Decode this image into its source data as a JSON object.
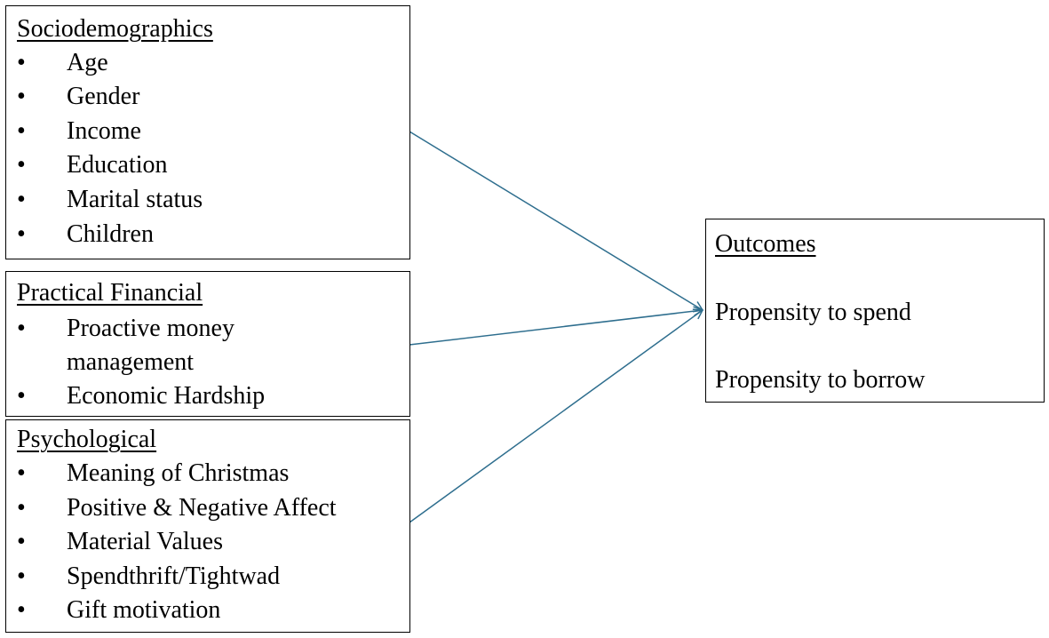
{
  "colors": {
    "line": "#2e6e8e",
    "box_border": "#000000",
    "text": "#000000"
  },
  "sociodemographics": {
    "title": "Sociodemographics",
    "items": [
      "Age",
      "Gender",
      "Income",
      "Education",
      "Marital status",
      "Children"
    ]
  },
  "practical_financial": {
    "title": "Practical Financial",
    "items": [
      "Proactive money",
      "management",
      "Economic Hardship"
    ]
  },
  "psychological": {
    "title": "Psychological",
    "items": [
      "Meaning of Christmas",
      "Positive & Negative Affect",
      "Material Values",
      "Spendthrift/Tightwad",
      "Gift motivation"
    ]
  },
  "outcomes": {
    "title": "Outcomes",
    "spend": "Propensity to spend",
    "borrow": "Propensity to borrow"
  },
  "bullet_glyph": "•"
}
